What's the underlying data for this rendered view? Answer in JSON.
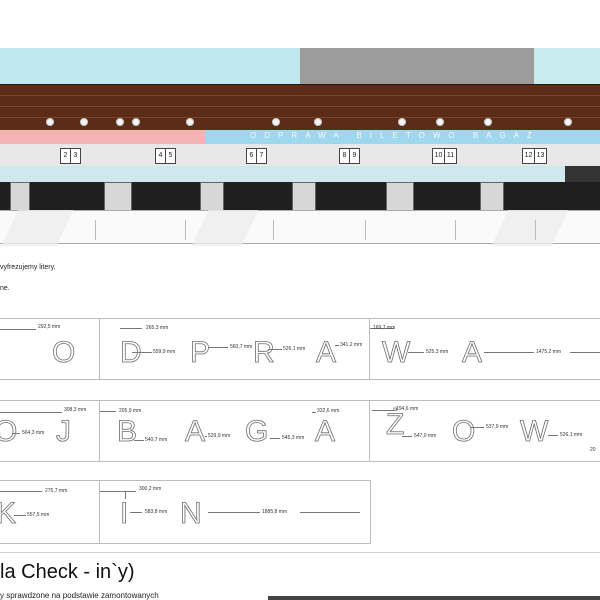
{
  "facade": {
    "band_text": "ODPRAWA BILETOWO BAGAŻ",
    "counter_numbers": [
      "2",
      "3",
      "4",
      "5",
      "6",
      "7",
      "8",
      "9",
      "10",
      "11",
      "12",
      "13"
    ]
  },
  "notes": {
    "line1": "vyfrezujemy litery.",
    "line2": "ne."
  },
  "rows": [
    {
      "letters": [
        {
          "ch": "O"
        },
        {
          "ch": "D"
        },
        {
          "ch": "P"
        },
        {
          "ch": "R"
        },
        {
          "ch": "A"
        },
        {
          "ch": "W"
        },
        {
          "ch": "A"
        }
      ],
      "dims": [
        "292,5 mm",
        "265,3 mm",
        "559,9 mm",
        "560,7 mm",
        "526,1 mm",
        "341,2 mm",
        "169,7 mm",
        "525,3 mm",
        "1475,2 mm"
      ]
    },
    {
      "letters": [
        {
          "ch": "O"
        },
        {
          "ch": "J"
        },
        {
          "ch": "B"
        },
        {
          "ch": "A"
        },
        {
          "ch": "G"
        },
        {
          "ch": "A"
        },
        {
          "ch": "Ż"
        },
        {
          "ch": "O"
        },
        {
          "ch": "W"
        }
      ],
      "dims": [
        "308,3 mm",
        "564,3 mm",
        "205,9 mm",
        "540,7 mm",
        "529,9 mm",
        "545,3 mm",
        "332,6 mm",
        "194,6 mm",
        "547,0 mm",
        "537,9 mm",
        "526,1 mm",
        "20"
      ]
    },
    {
      "letters": [
        {
          "ch": "K"
        },
        {
          "ch": "I"
        },
        {
          "ch": "N"
        }
      ],
      "dims": [
        "275,7 mm",
        "557,5 mm",
        "300,2 mm",
        "583,8 mm",
        "1885,8 mm"
      ]
    }
  ],
  "heading": "la Check - in`y)",
  "subnote": "y sprawdzone na podstawie zamontowanych"
}
